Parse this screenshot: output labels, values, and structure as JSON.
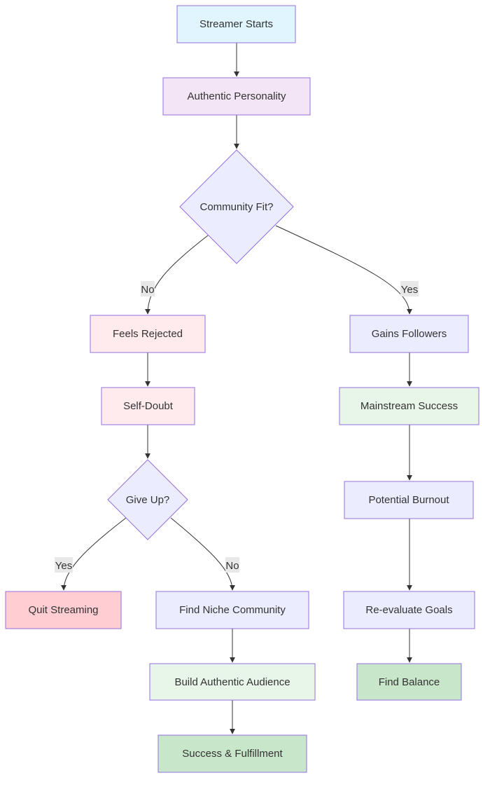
{
  "nodes": {
    "start": {
      "label": "Streamer Starts",
      "fill": "#e1f5fe"
    },
    "personality": {
      "label": "Authentic Personality",
      "fill": "#f3e5f5"
    },
    "community_fit": {
      "label": "Community Fit?",
      "fill": "#ececff"
    },
    "rejected": {
      "label": "Feels Rejected",
      "fill": "#ffebee"
    },
    "self_doubt": {
      "label": "Self-Doubt",
      "fill": "#ffebee"
    },
    "give_up": {
      "label": "Give Up?",
      "fill": "#ececff"
    },
    "quit": {
      "label": "Quit Streaming",
      "fill": "#ffcdd2"
    },
    "niche": {
      "label": "Find Niche Community",
      "fill": "#ececff"
    },
    "build": {
      "label": "Build Authentic Audience",
      "fill": "#e8f5e9"
    },
    "success_fulfillment": {
      "label": "Success & Fulfillment",
      "fill": "#c8e6c9"
    },
    "followers": {
      "label": "Gains Followers",
      "fill": "#ececff"
    },
    "mainstream": {
      "label": "Mainstream Success",
      "fill": "#e8f5e9"
    },
    "burnout": {
      "label": "Potential Burnout",
      "fill": "#ececff"
    },
    "reevaluate": {
      "label": "Re-evaluate Goals",
      "fill": "#ececff"
    },
    "balance": {
      "label": "Find Balance",
      "fill": "#c8e6c9"
    }
  },
  "edge_labels": {
    "fit_no": "No",
    "fit_yes": "Yes",
    "giveup_yes": "Yes",
    "giveup_no": "No"
  },
  "colors": {
    "stroke": "#9370db",
    "edge": "#333333",
    "label_bg": "#e8e8e8"
  }
}
